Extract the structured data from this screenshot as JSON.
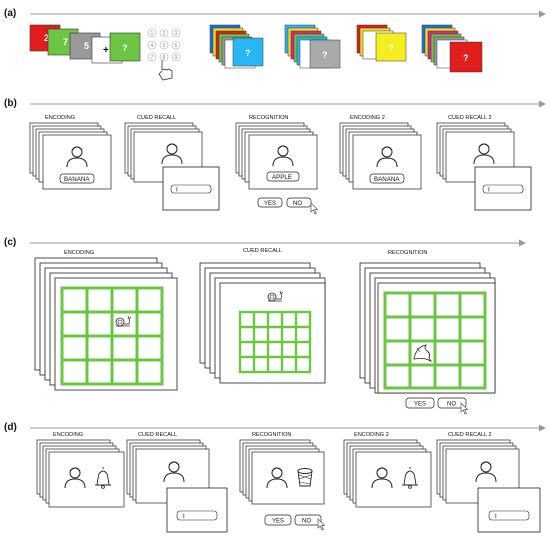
{
  "panels": {
    "a": {
      "label": "(a)",
      "cue": "+",
      "query": "?",
      "numbers": [
        "1",
        "2",
        "3",
        "4",
        "5",
        "6",
        "7",
        "8",
        "9"
      ],
      "card_numbers": [
        "2",
        "7",
        "5"
      ]
    },
    "b": {
      "label": "(b)",
      "stages": [
        "ENCODING",
        "CUED RECALL",
        "RECOGNITION",
        "ENCODING 2",
        "CUED RECALL 2"
      ],
      "words": [
        "BANANA",
        "APPLE",
        "BANANA"
      ],
      "yes": "YES",
      "no": "NO",
      "input_text": "I"
    },
    "c": {
      "label": "(c)",
      "stages": [
        "ENCODING",
        "CUED RECALL",
        "RECOGNITION"
      ],
      "yes": "YES",
      "no": "NO"
    },
    "d": {
      "label": "(d)",
      "stages": [
        "ENCODING",
        "CUED RECALL",
        "RECOGNITION",
        "ENCODING 2",
        "CUED RECALL 2"
      ],
      "yes": "YES",
      "no": "NO",
      "input_text": "I"
    }
  },
  "colors": {
    "grid_green": "#6cc644",
    "arrow": "#999999"
  },
  "icons": [
    "person-icon",
    "snail-icon",
    "dolphin-icon",
    "bell-icon",
    "drum-icon",
    "hand-pointer-icon",
    "cursor-icon"
  ]
}
